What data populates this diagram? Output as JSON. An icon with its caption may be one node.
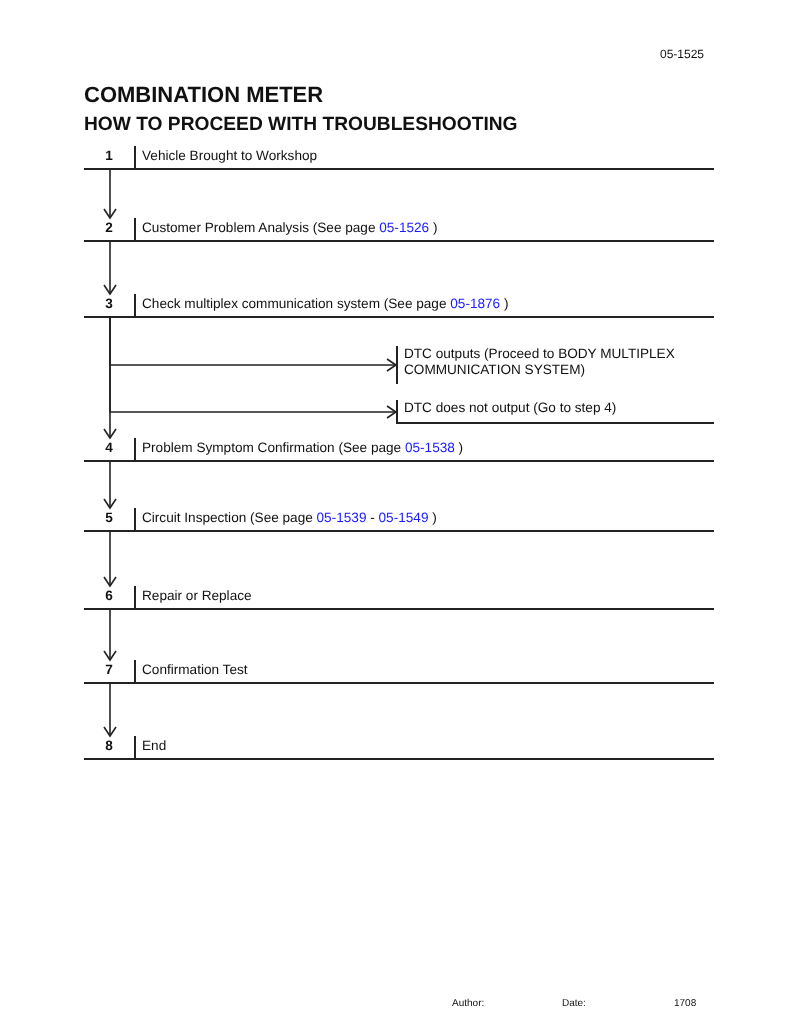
{
  "diagram": {
    "title": "COMBINATION METER",
    "nodes": [
      {
        "text": [
          "1",
          "Vehicle Brought to Workshop"
        ]
      },
      {
        "text": [
          "2",
          "Customer Problem Analysis (See page 05-1526 )"
        ]
      },
      {
        "text": [
          "3",
          "Check multiplex communication system (See page 05-1876 )"
        ]
      },
      {
        "text": [
          "DTC outputs (Proceed to BODY MULTIPLEX COMMUNICATION SYSTEM)"
        ]
      },
      {
        "text": [
          "DTC does not output (Go to step 4)"
        ]
      },
      {
        "text": [
          "4",
          "Problem Symptom Confirmation (See page 05-1538 )"
        ]
      },
      {
        "text": [
          "5",
          "Circuit Inspection (See page 05-1539 - 05-1549 )"
        ]
      },
      {
        "text": [
          "6",
          "Repair or Replace"
        ]
      },
      {
        "text": [
          "7",
          "Confirmation Test"
        ]
      },
      {
        "text": [
          "8",
          "End"
        ]
      }
    ],
    "edges": [
      {
        "from": 0,
        "to": 1,
        "arrow": "to"
      },
      {
        "from": 1,
        "to": 2,
        "arrow": "to"
      },
      {
        "from": 2,
        "to": 3,
        "arrow": "to"
      },
      {
        "from": 2,
        "to": 4,
        "arrow": "to"
      },
      {
        "from": 2,
        "to": 5,
        "arrow": "to"
      },
      {
        "from": 5,
        "to": 6,
        "arrow": "to"
      },
      {
        "from": 6,
        "to": 7,
        "arrow": "to"
      },
      {
        "from": 7,
        "to": 8,
        "arrow": "to"
      },
      {
        "from": 8,
        "to": 9,
        "arrow": "to"
      }
    ],
    "labels": [
      "05-1525",
      "HOW TO PROCEED WITH TROUBLESHOOTING",
      "Author:",
      "Date:",
      "1708"
    ]
  }
}
